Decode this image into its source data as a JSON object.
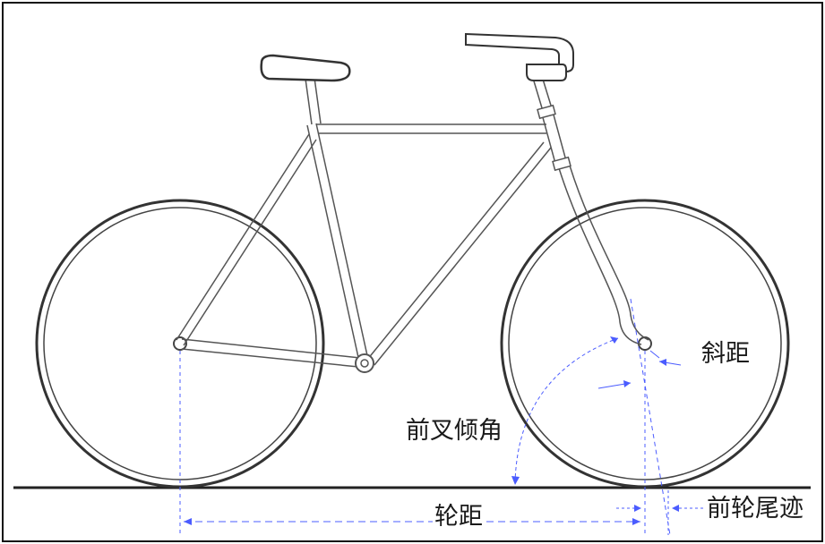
{
  "labels": {
    "offset": "斜距",
    "head_angle": "前叉倾角",
    "wheelbase": "轮距",
    "trail": "前轮尾迹"
  },
  "colors": {
    "line": "#444444",
    "annotation": "#4b5cff",
    "ground": "#222222",
    "background": "#ffffff"
  }
}
